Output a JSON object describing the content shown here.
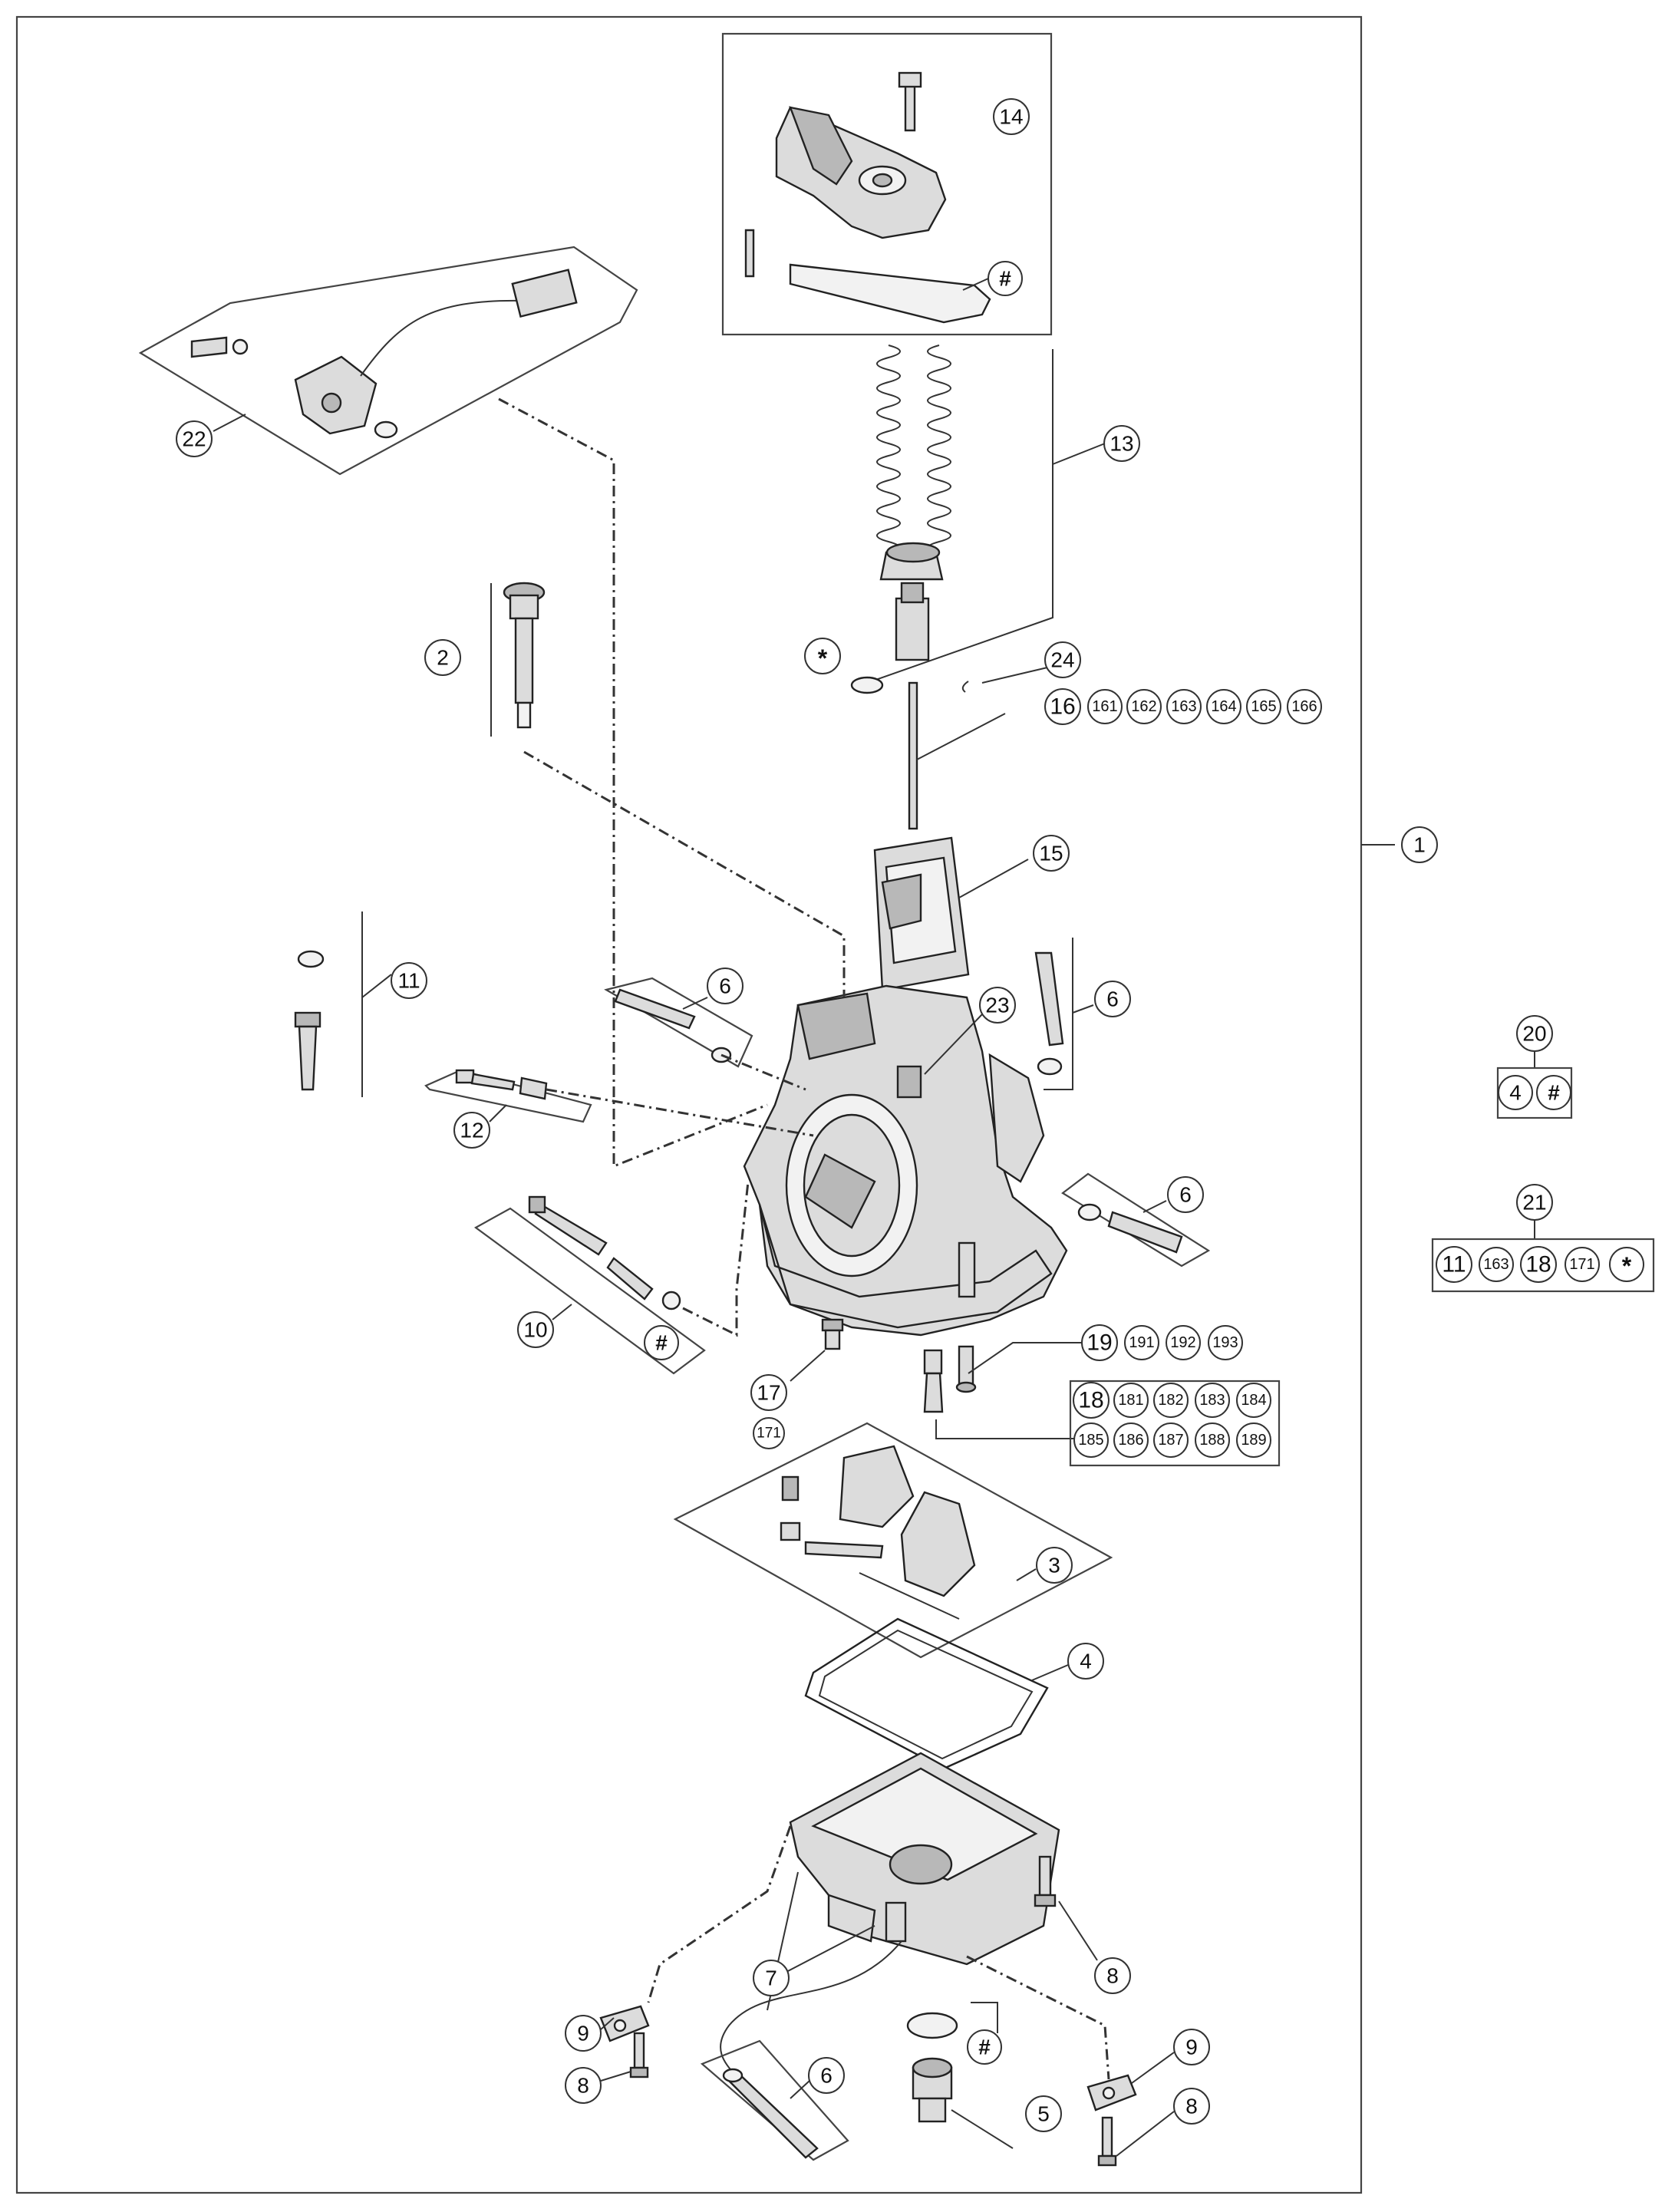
{
  "callouts": {
    "c1": "1",
    "c2": "2",
    "c3": "3",
    "c4": "4",
    "c5": "5",
    "c6a": "6",
    "c6b": "6",
    "c6c": "6",
    "c6d": "6",
    "c7": "7",
    "c8a": "8",
    "c8b": "8",
    "c8c": "8",
    "c9a": "9",
    "c9b": "9",
    "c10": "10",
    "c11": "11",
    "c12": "12",
    "c13": "13",
    "c14": "14",
    "c15": "15",
    "c16": "16",
    "c161": "161",
    "c162": "162",
    "c163": "163",
    "c164": "164",
    "c165": "165",
    "c166": "166",
    "c17": "17",
    "c171": "171",
    "c18": "18",
    "c181": "181",
    "c182": "182",
    "c183": "183",
    "c184": "184",
    "c185": "185",
    "c186": "186",
    "c187": "187",
    "c188": "188",
    "c189": "189",
    "c19": "19",
    "c191": "191",
    "c192": "192",
    "c193": "193",
    "c20": "20",
    "c21": "21",
    "c22": "22",
    "c23": "23",
    "c24": "24",
    "cstar": "*",
    "chash_top": "#",
    "chash_10": "#",
    "chash_5": "#"
  },
  "kits": {
    "k20": {
      "num": "20",
      "items": [
        "4",
        "#"
      ]
    },
    "k21": {
      "num": "21",
      "items": [
        "11",
        "163",
        "18",
        "171",
        "*"
      ]
    }
  },
  "colors": {
    "line": "#222222",
    "part_fill": "#dcdcdc",
    "background": "#ffffff"
  }
}
